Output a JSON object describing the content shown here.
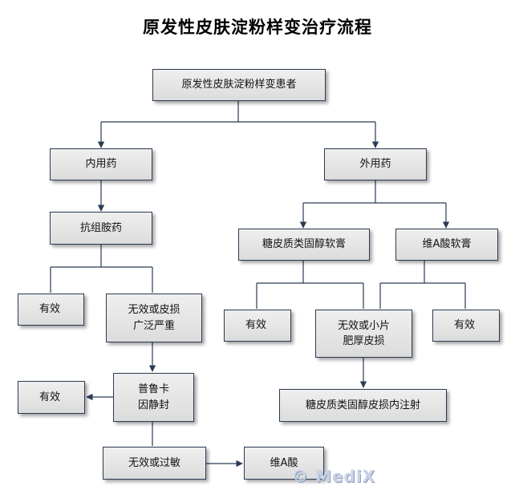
{
  "title": "原发性皮肤淀粉样变治疗流程",
  "nodes": {
    "root": "原发性皮肤淀粉样变患者",
    "internal": "内用药",
    "external": "外用药",
    "antihistamine": "抗组胺药",
    "steroid_ointment": "糖皮质类固醇软膏",
    "vita_ointment": "维A酸软膏",
    "effective_1": "有效",
    "ineffective_widespread": "无效或皮损\n广泛严重",
    "effective_2": "有效",
    "ineffective_small": "无效或小片\n肥厚皮损",
    "effective_3": "有效",
    "effective_4": "有效",
    "procaine": "普鲁卡\n因静封",
    "steroid_injection": "糖皮质类固醇皮损内注射",
    "ineffective_allergy": "无效或过敏",
    "vita_acid": "维A酸"
  },
  "watermark": "© MediX",
  "colors": {
    "line": "#2b3b55",
    "box_border": "#2b3b55",
    "box_fill": "#e6e6e6"
  }
}
